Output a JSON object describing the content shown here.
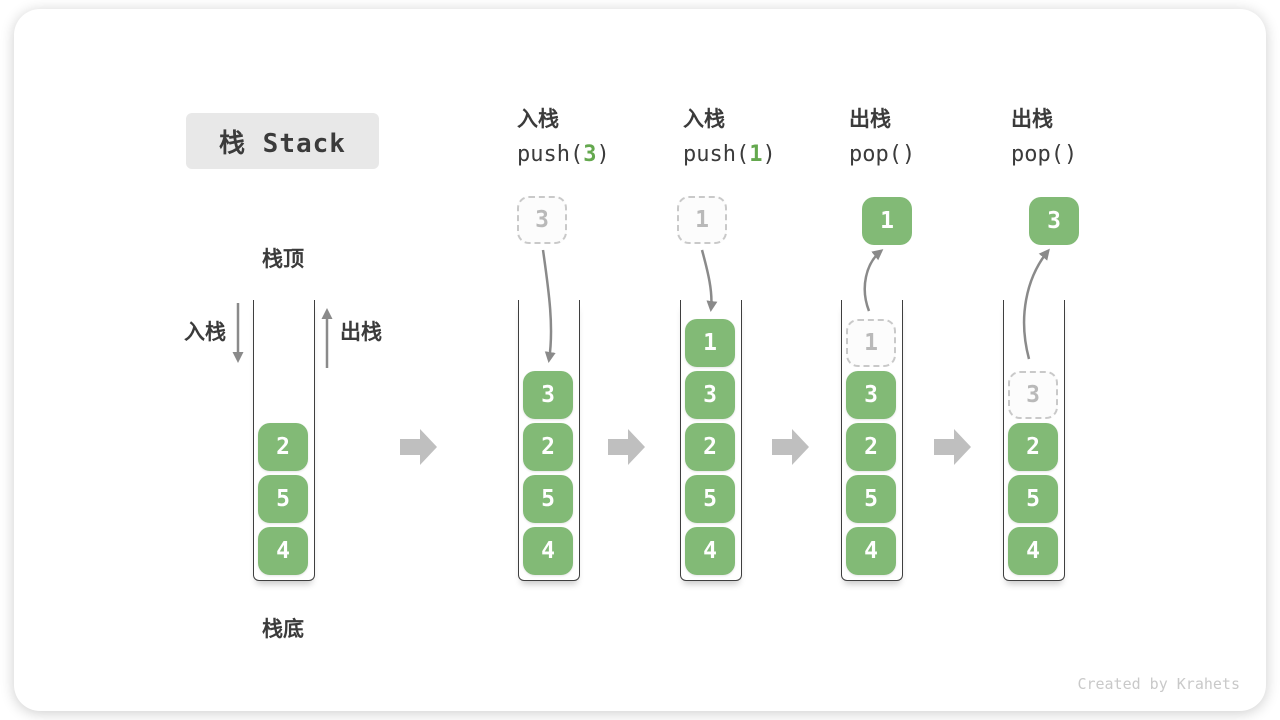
{
  "title": "栈 Stack",
  "side_labels": {
    "top": "栈顶",
    "bottom": "栈底",
    "push": "入栈",
    "pop": "出栈"
  },
  "operations": [
    {
      "label": "入栈",
      "code_pre": "push(",
      "code_arg": "3",
      "code_post": ")"
    },
    {
      "label": "入栈",
      "code_pre": "push(",
      "code_arg": "1",
      "code_post": ")"
    },
    {
      "label": "出栈",
      "code_pre": "pop(",
      "code_arg": "",
      "code_post": ")"
    },
    {
      "label": "出栈",
      "code_pre": "pop(",
      "code_arg": "",
      "code_post": ")"
    }
  ],
  "stacks": [
    {
      "cells": [
        "2",
        "5",
        "4"
      ]
    },
    {
      "cells": [
        "3",
        "2",
        "5",
        "4"
      ],
      "incoming": "3"
    },
    {
      "cells": [
        "1",
        "3",
        "2",
        "5",
        "4"
      ],
      "incoming": "1"
    },
    {
      "cells": [
        "3",
        "2",
        "5",
        "4"
      ],
      "popped": "1"
    },
    {
      "cells": [
        "2",
        "5",
        "4"
      ],
      "popped": "3"
    }
  ],
  "watermark": "Created by Krahets",
  "colors": {
    "block_green": "#82ba76",
    "code_arg_green": "#64a84e",
    "arrow_gray": "#8a8a8a",
    "block_arrow_gray": "#bfbfbf",
    "title_bg": "#e8e8e8",
    "text_dark": "#3b3b3b",
    "ghost_gray": "#c9c9c9"
  }
}
